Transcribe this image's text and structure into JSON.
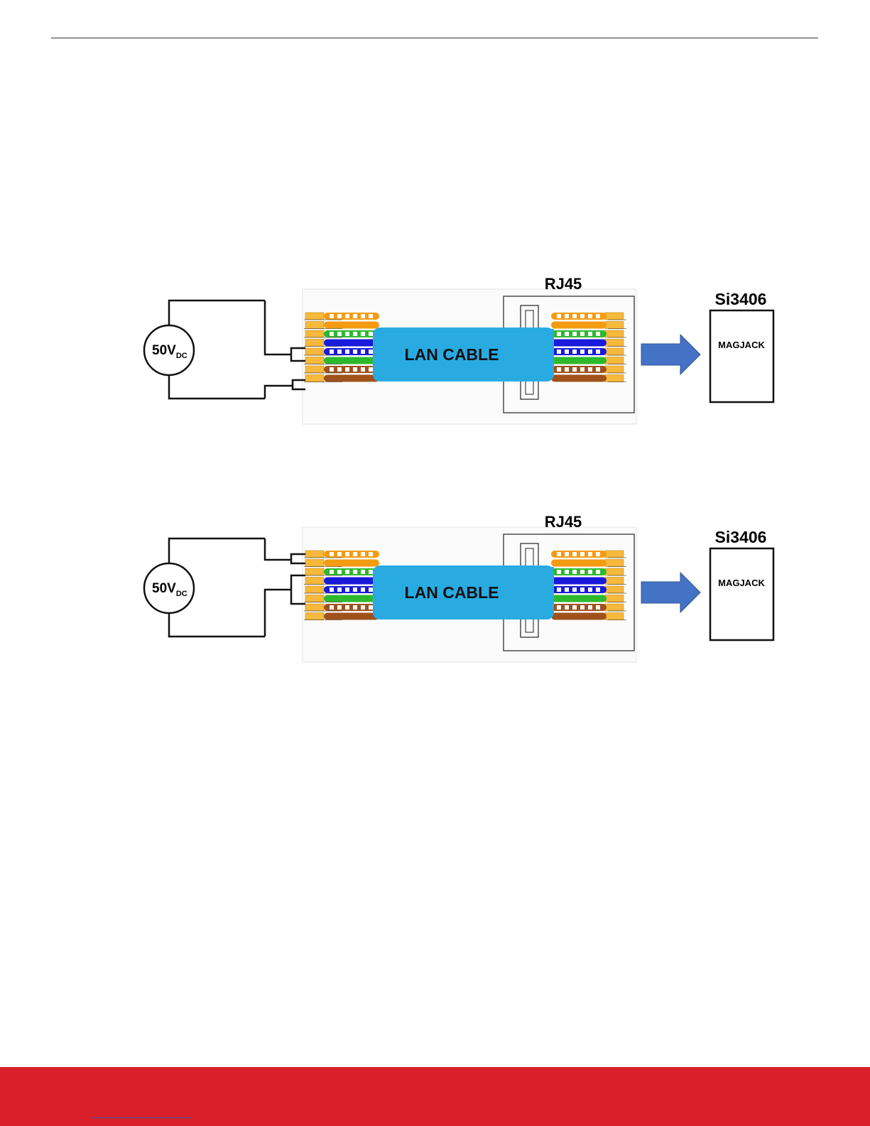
{
  "colors": {
    "accent": "#d91f29",
    "cable": "#29abe2",
    "arrow": "#4472c4",
    "pin": "#f6b93b",
    "wire_orange": "#f39c12",
    "wire_green": "#2eb82e",
    "wire_blue": "#1a1adb",
    "wire_brown": "#a0521b"
  },
  "diagrams": [
    {
      "source": {
        "label": "50V",
        "subscript": "DC"
      },
      "cable_label": "LAN CABLE",
      "connector_label": "RJ45",
      "device_title": "Si3406",
      "device_label": "MAGJACK"
    },
    {
      "source": {
        "label": "50V",
        "subscript": "DC"
      },
      "cable_label": "LAN CABLE",
      "connector_label": "RJ45",
      "device_title": "Si3406",
      "device_label": "MAGJACK"
    }
  ]
}
